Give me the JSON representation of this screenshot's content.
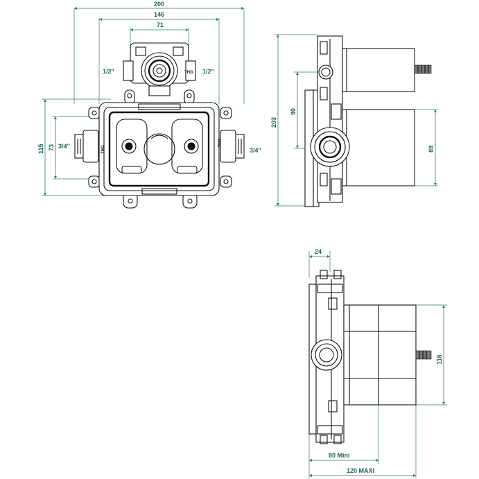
{
  "colors": {
    "dimension": "#2f7a73",
    "outline": "#111111",
    "background": "#ffffff"
  },
  "front_view": {
    "dim_overall_width": "200",
    "dim_box_width": "146",
    "dim_top_inlet": "71",
    "thread_top_left": "1/2\"",
    "thread_top_right": "1/2\"",
    "thread_left": "3/4\"",
    "thread_right": "3/4\"",
    "dim_height_outer": "115",
    "dim_height_inner": "73",
    "brand_mark": "THG"
  },
  "side_view_top": {
    "dim_total_height": "203",
    "dim_port_spacing": "90",
    "dim_right_height": "89"
  },
  "side_view_bottom": {
    "dim_plate": "24",
    "dim_right_height": "118",
    "dim_depth_min": "80  Mini",
    "dim_depth_max": "120  MAXI"
  }
}
